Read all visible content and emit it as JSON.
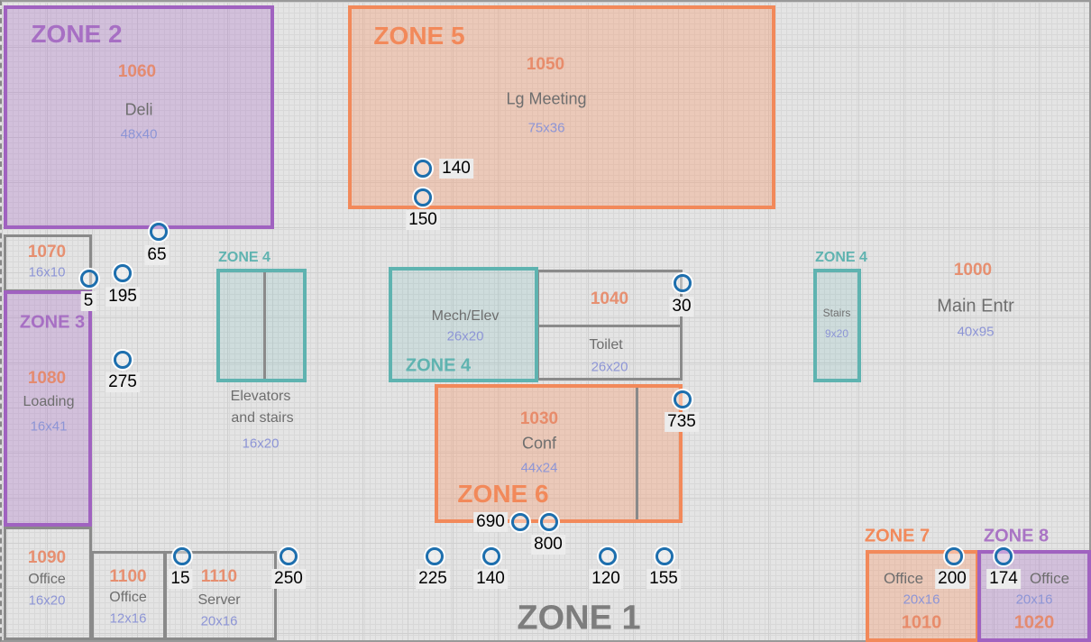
{
  "zones": {
    "z1": "ZONE 1",
    "z2": "ZONE 2",
    "z3": "ZONE 3",
    "z4": "ZONE 4",
    "z5": "ZONE 5",
    "z6": "ZONE 6",
    "z7": "ZONE 7",
    "z8": "ZONE 8"
  },
  "rooms": {
    "r1060": {
      "num": "1060",
      "name": "Deli",
      "dim": "48x40"
    },
    "r1050": {
      "num": "1050",
      "name": "Lg Meeting",
      "dim": "75x36"
    },
    "r1070": {
      "num": "1070",
      "dim": "16x10"
    },
    "r1080": {
      "num": "1080",
      "name": "Loading",
      "dim": "16x41"
    },
    "elev": {
      "name1": "Elevators",
      "name2": "and stairs",
      "dim": "16x20"
    },
    "mech": {
      "name": "Mech/Elev",
      "dim": "26x20"
    },
    "r1040": {
      "num": "1040"
    },
    "toilet": {
      "name": "Toilet",
      "dim": "26x20"
    },
    "stairs": {
      "name": "Stairs",
      "dim": "9x20"
    },
    "r1000": {
      "num": "1000",
      "name": "Main Entr",
      "dim": "40x95"
    },
    "r1030": {
      "num": "1030",
      "name": "Conf",
      "dim": "44x24"
    },
    "r1090": {
      "num": "1090",
      "name": "Office",
      "dim": "16x20"
    },
    "r1100": {
      "num": "1100",
      "name": "Office",
      "dim": "12x16"
    },
    "r1110": {
      "num": "1110",
      "name": "Server",
      "dim": "20x16"
    },
    "r1010": {
      "num": "1010",
      "name": "Office",
      "dim": "20x16"
    },
    "r1020": {
      "num": "1020",
      "name": "Office",
      "dim": "20x16"
    }
  },
  "sensors": [
    "140",
    "150",
    "65",
    "5",
    "195",
    "275",
    "30",
    "735",
    "690",
    "800",
    "15",
    "250",
    "225",
    "140",
    "120",
    "155",
    "200",
    "174"
  ]
}
